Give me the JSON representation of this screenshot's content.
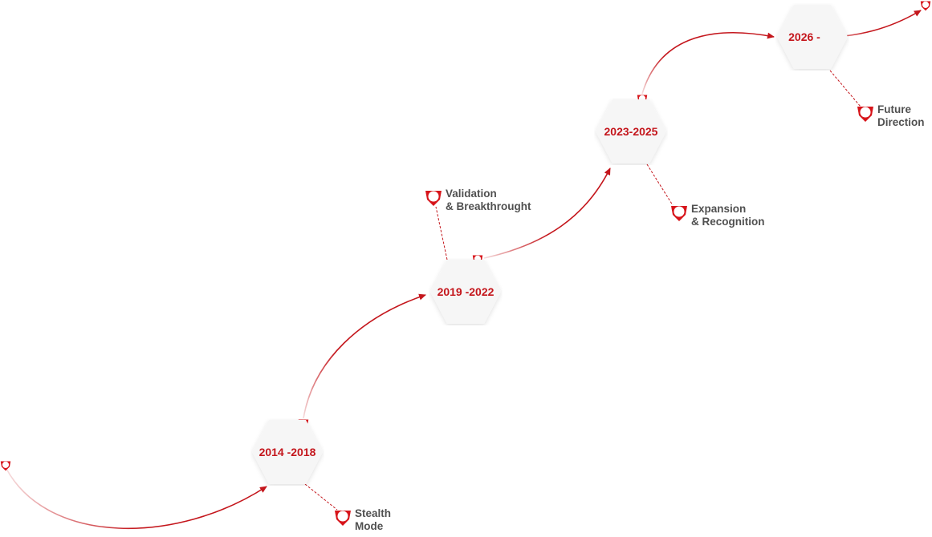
{
  "timeline": {
    "accent_color": "#c4161c",
    "milestones": [
      {
        "period": "2014 -2018",
        "label_lines": [
          "Stealth",
          "Mode"
        ]
      },
      {
        "period": "2019 -2022",
        "label_lines": [
          "Validation",
          "& Breakthrought"
        ]
      },
      {
        "period": "2023-2025",
        "label_lines": [
          "Expansion",
          "& Recognition"
        ]
      },
      {
        "period": "2026 -",
        "label_lines": [
          "Future",
          "Direction"
        ]
      }
    ],
    "icon": "shield-logo-icon"
  }
}
